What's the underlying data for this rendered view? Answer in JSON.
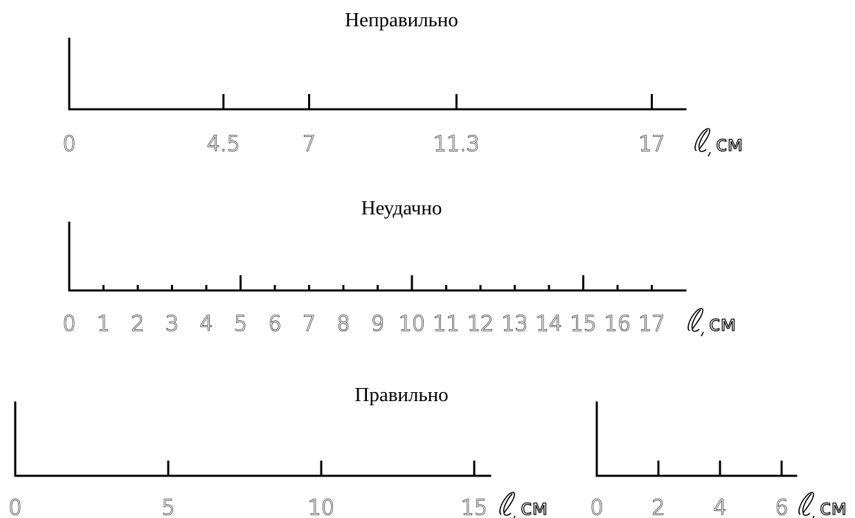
{
  "scales": [
    {
      "id": "wrong",
      "title": "Неправильно",
      "unit": "см",
      "symbol": "l",
      "ticks": [
        {
          "value": 0,
          "label": "0",
          "major": false
        },
        {
          "value": 4.5,
          "label": "4.5",
          "major": true
        },
        {
          "value": 7,
          "label": "7",
          "major": true
        },
        {
          "value": 11.3,
          "label": "11.3",
          "major": true
        },
        {
          "value": 17,
          "label": "17",
          "major": true
        }
      ]
    },
    {
      "id": "awkward",
      "title": "Неудачно",
      "unit": "см",
      "symbol": "l",
      "ticks": [
        {
          "value": 0,
          "label": "0",
          "major": false
        },
        {
          "value": 1,
          "label": "1",
          "major": false
        },
        {
          "value": 2,
          "label": "2",
          "major": false
        },
        {
          "value": 3,
          "label": "3",
          "major": false
        },
        {
          "value": 4,
          "label": "4",
          "major": false
        },
        {
          "value": 5,
          "label": "5",
          "major": true
        },
        {
          "value": 6,
          "label": "6",
          "major": false
        },
        {
          "value": 7,
          "label": "7",
          "major": false
        },
        {
          "value": 8,
          "label": "8",
          "major": false
        },
        {
          "value": 9,
          "label": "9",
          "major": false
        },
        {
          "value": 10,
          "label": "10",
          "major": true
        },
        {
          "value": 11,
          "label": "11",
          "major": false
        },
        {
          "value": 12,
          "label": "12",
          "major": false
        },
        {
          "value": 13,
          "label": "13",
          "major": false
        },
        {
          "value": 14,
          "label": "14",
          "major": false
        },
        {
          "value": 15,
          "label": "15",
          "major": true
        },
        {
          "value": 16,
          "label": "16",
          "major": false
        },
        {
          "value": 17,
          "label": "17",
          "major": false
        }
      ]
    },
    {
      "id": "right-1",
      "title": "Правильно",
      "unit": "см",
      "symbol": "l",
      "ticks": [
        {
          "value": 0,
          "label": "0",
          "major": false
        },
        {
          "value": 5,
          "label": "5",
          "major": true
        },
        {
          "value": 10,
          "label": "10",
          "major": true
        },
        {
          "value": 15,
          "label": "15",
          "major": true
        }
      ]
    },
    {
      "id": "right-2",
      "title": "",
      "unit": "см",
      "symbol": "l",
      "ticks": [
        {
          "value": 0,
          "label": "0",
          "major": false
        },
        {
          "value": 2,
          "label": "2",
          "major": true
        },
        {
          "value": 4,
          "label": "4",
          "major": true
        },
        {
          "value": 6,
          "label": "6",
          "major": true
        }
      ]
    }
  ]
}
